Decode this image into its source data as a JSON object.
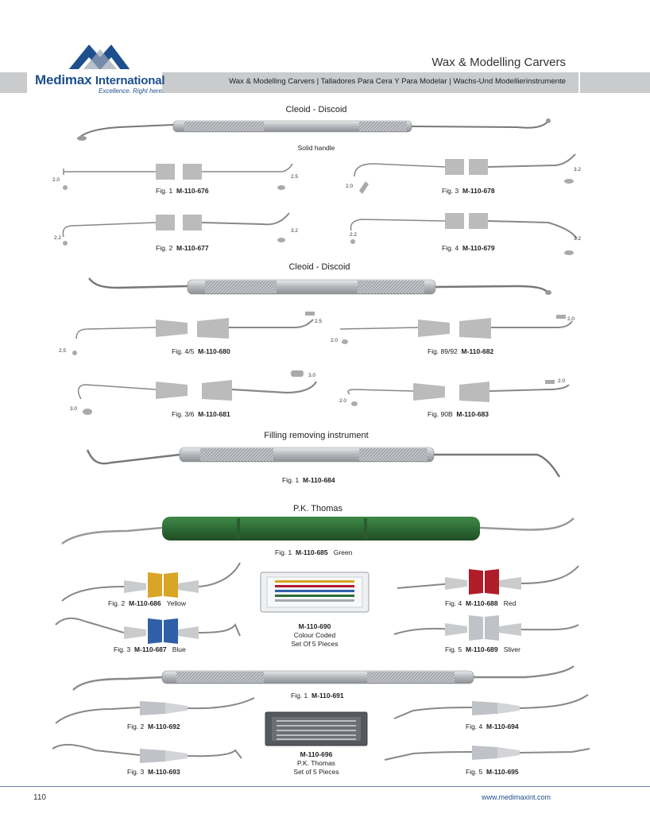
{
  "header": {
    "brand": "Medimax",
    "brand_suffix": "International",
    "tagline": "Excellence. Right here.",
    "page_title": "Wax & Modelling Carvers",
    "subtitle": "Wax & Modelling Carvers | Talladores Para Cera Y Para Modelar | Wachs-Und Modellierinstrumente"
  },
  "sections": {
    "cleoid1": "Cleoid - Discoid",
    "solid_handle": "Solid handle",
    "cleoid2": "Cleoid - Discoid",
    "filling": "Filling removing instrument",
    "pk_thomas": "P.K. Thomas"
  },
  "items": {
    "m676": {
      "fig": "Fig. 1",
      "code": "M-110-676",
      "d1": "2.0",
      "d2": "2.5"
    },
    "m677": {
      "fig": "Fig. 2",
      "code": "M-110-677",
      "d1": "2.2",
      "d2": "3.2"
    },
    "m678": {
      "fig": "Fig. 3",
      "code": "M-110-678",
      "d1": "2.0",
      "d2": "3.2"
    },
    "m679": {
      "fig": "Fig. 4",
      "code": "M-110-679",
      "d1": "2.2",
      "d2": "3.2"
    },
    "m680": {
      "fig": "Fig. 4/5",
      "code": "M-110-680",
      "d1": "2.5",
      "d2": "2.5"
    },
    "m681": {
      "fig": "Fig. 3/6",
      "code": "M-110-681",
      "d1": "3.0",
      "d2": "3.0"
    },
    "m682": {
      "fig": "Fig. 89/92",
      "code": "M-110-682",
      "d1": "2.0",
      "d2": "2.0"
    },
    "m683": {
      "fig": "Fig. 90B",
      "code": "M-110-683",
      "d1": "2.0",
      "d2": "2.0"
    },
    "m684": {
      "fig": "Fig. 1",
      "code": "M-110-684"
    },
    "m685": {
      "fig": "Fig. 1",
      "code": "M-110-685",
      "color": "Green"
    },
    "m686": {
      "fig": "Fig. 2",
      "code": "M-110-686",
      "color": "Yellow"
    },
    "m687": {
      "fig": "Fig. 3",
      "code": "M-110-687",
      "color": "Blue"
    },
    "m688": {
      "fig": "Fig. 4",
      "code": "M-110-688",
      "color": "Red"
    },
    "m689": {
      "fig": "Fig. 5",
      "code": "M-110-689",
      "color": "Sliver"
    },
    "m690": {
      "code": "M-110-690",
      "line1": "Colour Coded",
      "line2": "Set Of 5 Pieces"
    },
    "m691": {
      "fig": "Fig. 1",
      "code": "M-110-691"
    },
    "m692": {
      "fig": "Fig. 2",
      "code": "M-110-692"
    },
    "m693": {
      "fig": "Fig. 3",
      "code": "M-110-693"
    },
    "m694": {
      "fig": "Fig. 4",
      "code": "M-110-694"
    },
    "m695": {
      "fig": "Fig. 5",
      "code": "M-110-695"
    },
    "m696": {
      "code": "M-110-696",
      "line1": "P.K. Thomas",
      "line2": "Set of 5 Pieces"
    }
  },
  "footer": {
    "page_number": "110",
    "url": "www.medimaxint.com"
  },
  "colors": {
    "brand_blue": "#1d4f8c",
    "steel": "#b9bcc0",
    "green": "#2e6b35",
    "yellow": "#d9a526",
    "blue": "#2f5fa8",
    "red": "#b01c2a"
  }
}
